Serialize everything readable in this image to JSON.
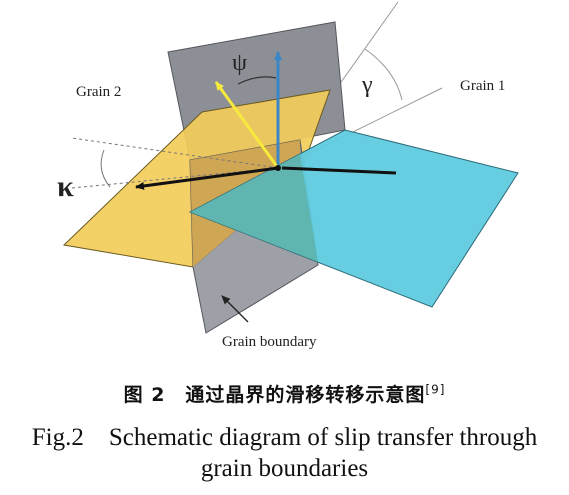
{
  "labels": {
    "grain2": "Grain 2",
    "grain1": "Grain 1",
    "grain_boundary": "Grain boundary",
    "psi": "ψ",
    "gamma": "γ",
    "kappa": "κ"
  },
  "caption": {
    "cn_main": "图 2　通过晶界的滑移转移示意图",
    "cn_ref": "[9]",
    "en_line1": "Fig.2　Schematic diagram of slip transfer through",
    "en_line2": "grain boundaries"
  },
  "colors": {
    "boundary_plane": "#8c8f96",
    "grain2_plane": "#f3cd5a",
    "grain1_plane": "#5fcbe0",
    "vector_yellow": "#f7ea3c",
    "vector_blue": "#3a86c8",
    "vector_black": "#111111"
  }
}
